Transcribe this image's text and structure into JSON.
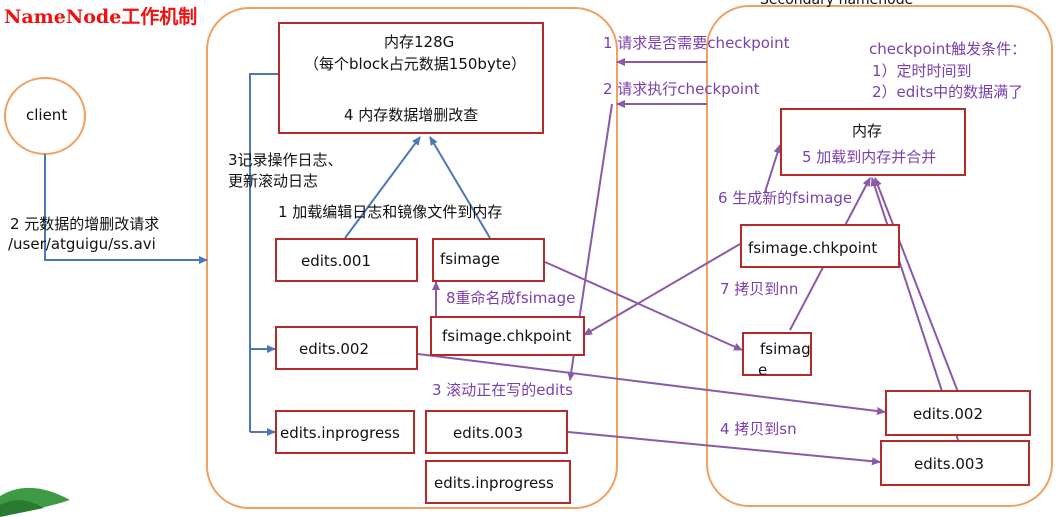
{
  "title": "NameNode工作机制",
  "secondary_title": "Secondary namenode",
  "client": "client",
  "memory": {
    "line1": "内存128G",
    "line2": "（每个block占元数据150byte）",
    "line3": "4 内存数据增删改查"
  },
  "nn_files": {
    "edits001": "edits.001",
    "fsimage": "fsimage",
    "fsimage_chkpoint": "fsimage.chkpoint",
    "edits002": "edits.002",
    "edits_inprogress": "edits.inprogress",
    "edits003": "edits.003",
    "edits_inprogress2": "edits.inprogress"
  },
  "sn": {
    "memory_title": "内存",
    "memory_sub": "5 加载到内存并合并",
    "fsimage_chkpoint": "fsimage.chkpoint",
    "fsimage_line1": "fsimag",
    "fsimage_line2": "e",
    "edits002": "edits.002",
    "edits003": "edits.003"
  },
  "labels": {
    "step1_request": "1 请求是否需要checkpoint",
    "step2_execute": "2 请求执行checkpoint",
    "trigger_title": "checkpoint触发条件：",
    "trigger_1": "1）定时时间到",
    "trigger_2": "2）edits中的数据满了",
    "step3_log_1": "3记录操作日志、",
    "step3_log_2": "更新滚动日志",
    "step1_load": "1 加载编辑日志和镜像文件到内存",
    "client_req_1": "2 元数据的增删改请求",
    "client_req_2": "/user/atguigu/ss.avi",
    "step8_rename": "8重命名成fsimage",
    "step3_roll": "3 滚动正在写的edits",
    "step6_gen": "6 生成新的fsimage",
    "step7_copy": "7 拷贝到nn",
    "step4_copy": "4 拷贝到sn"
  },
  "colors": {
    "title": "#ee1111",
    "box_border": "#b22a2a",
    "region_border": "#f0a060",
    "blue_arrow": "#4a78b8",
    "purple_arrow": "#8a5aa8",
    "purple_text": "#7a3fae"
  }
}
